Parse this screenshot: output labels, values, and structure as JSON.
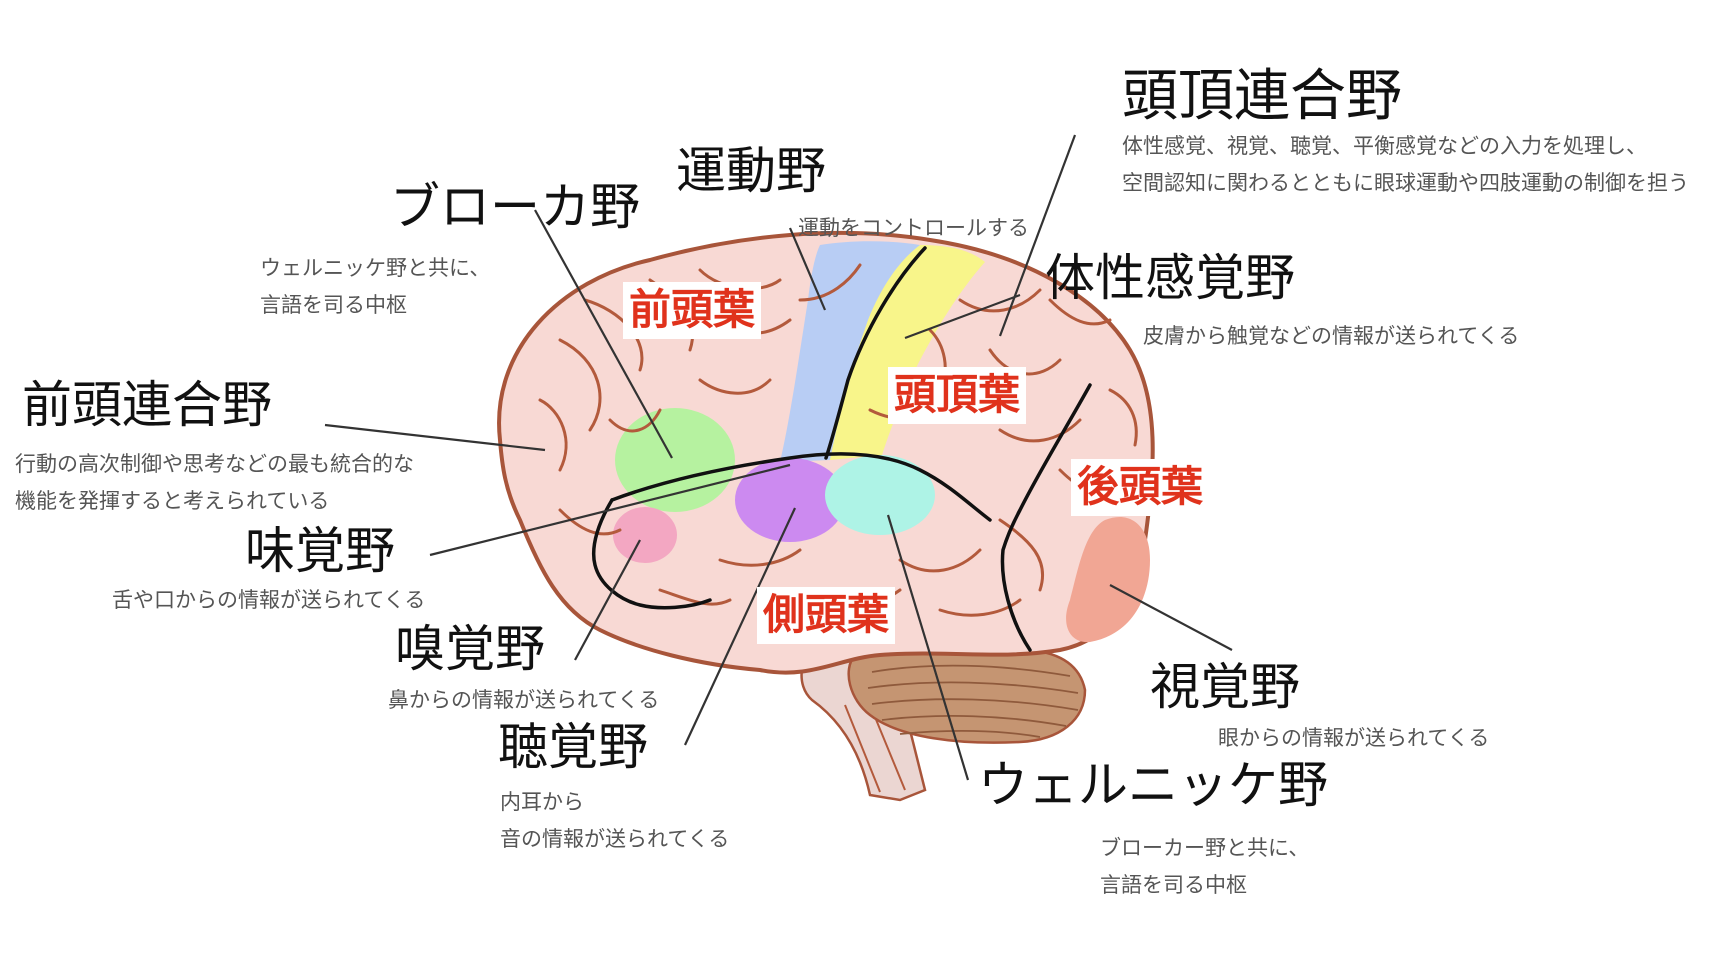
{
  "colors": {
    "brain_fill": "#f8d9d4",
    "brain_outline": "#a8553a",
    "fold": "#b35a3c",
    "divider": "#111111",
    "leader": "#333333",
    "lobe_label": "#e0321c",
    "motor": "#b8cdf4",
    "somatosensory": "#f8f58a",
    "broca": "#b6f2a0",
    "gustatory": "#f3a7c2",
    "auditory": "#cc8af0",
    "wernicke": "#aef3e6",
    "visual": "#f1a694",
    "cerebellum": "#c59572",
    "brainstem": "#ebd6d2"
  },
  "lobes": {
    "frontal": "前頭葉",
    "parietal": "頭頂葉",
    "occipital": "後頭葉",
    "temporal": "側頭葉"
  },
  "areas": {
    "parietal_assoc": {
      "title": "頭頂連合野",
      "desc": [
        "体性感覚、視覚、聴覚、平衡感覚などの入力を処理し、",
        "空間認知に関わるとともに眼球運動や四肢運動の制御を担う"
      ]
    },
    "motor": {
      "title": "運動野",
      "desc": [
        "運動をコントロールする"
      ]
    },
    "broca": {
      "title": "ブローカ野",
      "desc": [
        "ウェルニッケ野と共に、",
        "言語を司る中枢"
      ]
    },
    "somatosensory": {
      "title": "体性感覚野",
      "desc": [
        "皮膚から触覚などの情報が送られてくる"
      ]
    },
    "prefrontal": {
      "title": "前頭連合野",
      "desc": [
        "行動の高次制御や思考などの最も統合的な",
        "機能を発揮すると考えられている"
      ]
    },
    "gustatory": {
      "title": "味覚野",
      "desc": [
        "舌や口からの情報が送られてくる"
      ]
    },
    "olfactory": {
      "title": "嗅覚野",
      "desc": [
        "鼻からの情報が送られてくる"
      ]
    },
    "auditory": {
      "title": "聴覚野",
      "desc": [
        "内耳から",
        "音の情報が送られてくる"
      ]
    },
    "visual": {
      "title": "視覚野",
      "desc": [
        "眼からの情報が送られてくる"
      ]
    },
    "wernicke": {
      "title": "ウェルニッケ野",
      "desc": [
        "ブローカー野と共に、",
        "言語を司る中枢"
      ]
    }
  }
}
